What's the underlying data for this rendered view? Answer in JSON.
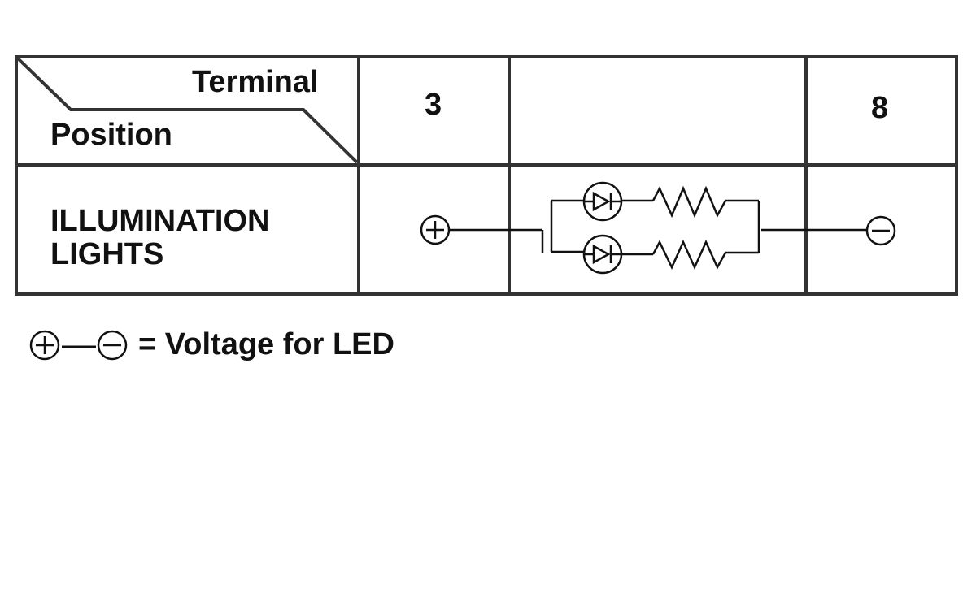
{
  "table": {
    "header": {
      "terminal_label": "Terminal",
      "position_label": "Position",
      "columns": [
        "3",
        "",
        "8"
      ]
    },
    "rows": [
      {
        "position": [
          "ILLUMINATION",
          "LIGHTS"
        ],
        "terminal_3": "positive-terminal-icon",
        "circuit": "parallel-led-resistor-pair",
        "terminal_8": "negative-terminal-icon"
      }
    ]
  },
  "legend": {
    "text": "= Voltage for LED",
    "symbols": [
      "positive-terminal-icon",
      "negative-terminal-icon"
    ]
  }
}
